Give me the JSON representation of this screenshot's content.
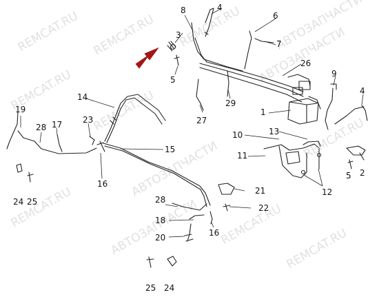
{
  "watermark": "REMCAT.RU",
  "watermark_alt": "АВТОЗАПЧАСТИ",
  "colors": {
    "line": "#222222",
    "arrow": "#a31717",
    "watermark": "#c8c8c8",
    "background": "#ffffff"
  },
  "callouts": [
    "1",
    "2",
    "3",
    "4",
    "4",
    "5",
    "5",
    "6",
    "7",
    "8",
    "9",
    "10",
    "11",
    "12",
    "13",
    "14",
    "15",
    "16",
    "16",
    "17",
    "18",
    "19",
    "20",
    "21",
    "22",
    "23",
    "24",
    "24",
    "25",
    "25",
    "26",
    "27",
    "28",
    "28",
    "29"
  ],
  "highlight": {
    "part": "3",
    "indicator": "red-arrow"
  }
}
